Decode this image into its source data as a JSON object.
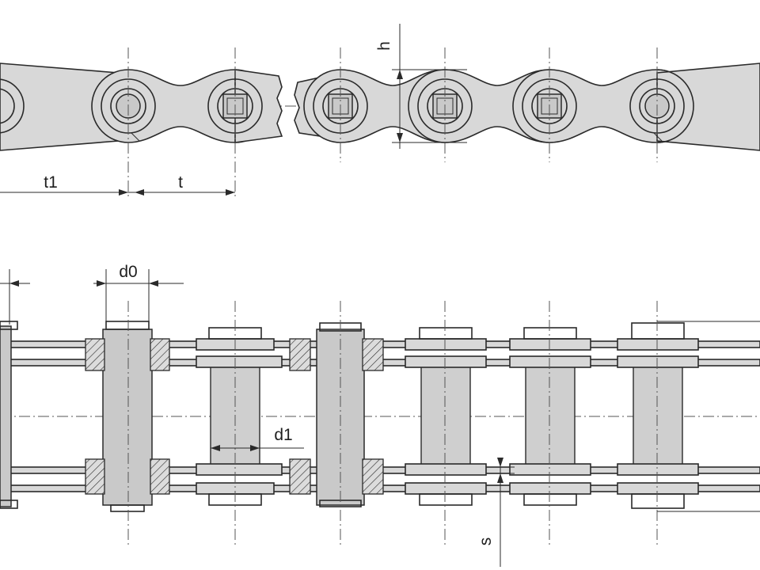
{
  "labels": {
    "h": "h",
    "t1": "t1",
    "t": "t",
    "d0": "d0",
    "d1": "d1",
    "s": "s"
  },
  "colors": {
    "plate_fill": "#d8d8d8",
    "line": "#2a2a2a",
    "background": "#ffffff"
  }
}
